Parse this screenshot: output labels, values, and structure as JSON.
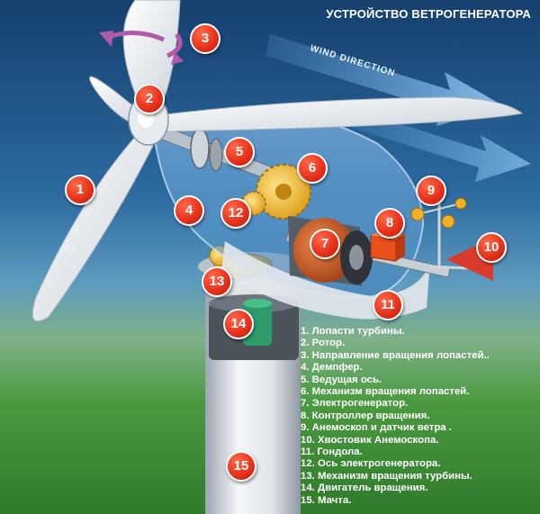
{
  "title": "УСТРОЙСТВО ВЕТРОГЕНЕРАТОРА",
  "wind_label": "WIND DIRECTION",
  "legend": [
    "1. Лопасти турбины.",
    "2. Ротор.",
    "3. Направление вращения лопастей..",
    "4. Демпфер.",
    "5. Ведущая ось.",
    "6. Механизм вращения лопастей.",
    "7. Электрогенератор.",
    "8. Контроллер вращения.",
    "9. Анемоскоп и датчик ветра .",
    "10. Хвостовик Анемоскопа.",
    "11. Гондола.",
    "12. Ось электрогенератора.",
    "13. Механизм вращения турбины.",
    "14. Двигатель вращения.",
    "15. Мачта."
  ],
  "markers": [
    "1",
    "2",
    "3",
    "4",
    "5",
    "6",
    "7",
    "8",
    "9",
    "10",
    "11",
    "12",
    "13",
    "14",
    "15"
  ],
  "colors": {
    "marker": "#e8321c",
    "sky_top": "#1c4a7a",
    "grass": "#3f8f3a"
  }
}
